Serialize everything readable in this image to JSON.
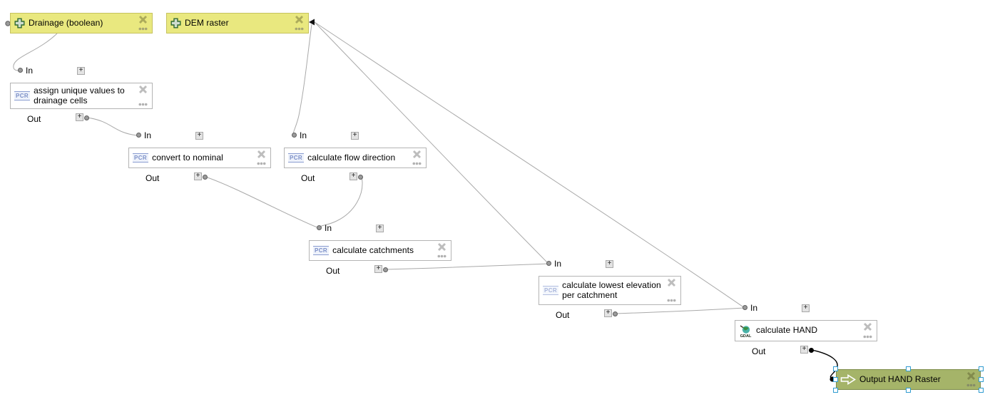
{
  "app": "Processing graphical modeler canvas",
  "ports": {
    "in": "In",
    "out": "Out",
    "expand": "+"
  },
  "icons": {
    "pcr": "PCR",
    "gdal": "GDAL"
  },
  "colors": {
    "canvas_background": "#ffffff",
    "input_node_fill": "#e9e87f",
    "input_node_border": "#c6c25f",
    "algorithm_node_fill": "#ffffff",
    "algorithm_node_border": "#b4b4b4",
    "output_node_fill": "#a5b469",
    "output_node_border": "#7d8c4a",
    "edge": "#a9a9a9",
    "selected_edge": "#000000",
    "selection_handle": "#2f9bd0",
    "pcr_icon_blue": "#7b8fc7"
  },
  "nodes": {
    "drainage": {
      "label": "Drainage (boolean)",
      "type": "input"
    },
    "dem": {
      "label": "DEM raster",
      "type": "input"
    },
    "assign": {
      "label": "assign unique values to drainage cells",
      "type": "algorithm",
      "icon": "PCR"
    },
    "nominal": {
      "label": "convert to nominal",
      "type": "algorithm",
      "icon": "PCR"
    },
    "flowdir": {
      "label": "calculate flow direction",
      "type": "algorithm",
      "icon": "PCR"
    },
    "catchments": {
      "label": "calculate catchments",
      "type": "algorithm",
      "icon": "PCR"
    },
    "lowest": {
      "label": "calculate lowest elevation per catchment",
      "type": "algorithm",
      "icon": "PCR"
    },
    "hand": {
      "label": "calculate HAND",
      "type": "algorithm",
      "icon": "GDAL"
    },
    "output": {
      "label": "Output HAND Raster",
      "type": "output",
      "selected": true
    }
  },
  "connections": [
    {
      "from": "Drainage (boolean)",
      "to": "assign unique values to drainage cells"
    },
    {
      "from": "assign unique values to drainage cells",
      "to": "convert to nominal"
    },
    {
      "from": "convert to nominal",
      "to": "calculate catchments"
    },
    {
      "from": "DEM raster",
      "to": "calculate flow direction"
    },
    {
      "from": "calculate flow direction",
      "to": "calculate catchments"
    },
    {
      "from": "DEM raster",
      "to": "calculate lowest elevation per catchment"
    },
    {
      "from": "calculate catchments",
      "to": "calculate lowest elevation per catchment"
    },
    {
      "from": "DEM raster",
      "to": "calculate HAND"
    },
    {
      "from": "calculate lowest elevation per catchment",
      "to": "calculate HAND"
    },
    {
      "from": "calculate HAND",
      "to": "Output HAND Raster",
      "selected": true
    }
  ]
}
